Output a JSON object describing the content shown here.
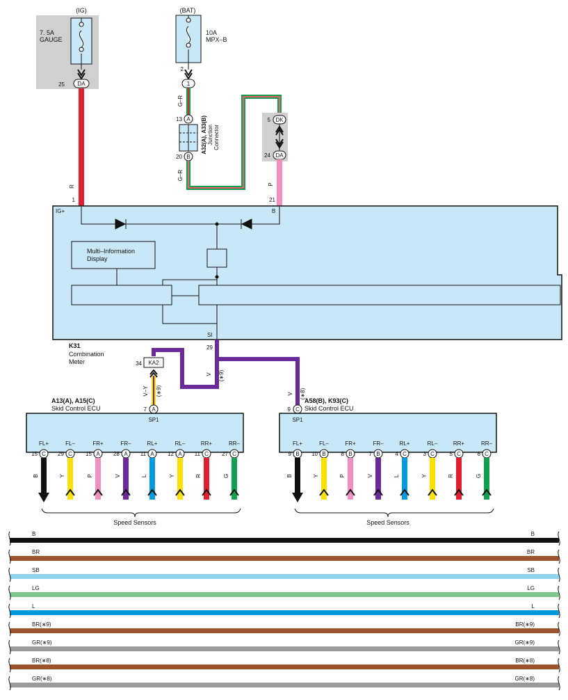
{
  "colors": {
    "B": "#111111",
    "BR": "#a0522d",
    "SB": "#8dd3ef",
    "LG": "#7fc68e",
    "L": "#0099dd",
    "GR": "#9a9a9a",
    "R": "#e02030",
    "P": "#f090c0",
    "Y": "#ffe000",
    "V": "#6a2a9a",
    "G": "#10a050",
    "panel": "#c9e8f7",
    "fusebox": "#d0d0d0"
  },
  "power": {
    "ig": {
      "source": "(IG)",
      "fuse_line1": "7. 5A",
      "fuse_line2": "GAUGE",
      "pin": "25",
      "connector": "DA"
    },
    "bat": {
      "source": "(BAT)",
      "fuse_line1": "10A",
      "fuse_line2": "MPX–B",
      "pin": "2",
      "connector": "1"
    }
  },
  "junction": {
    "title": "A32(A), A33(B)",
    "subtitle1": "Junction",
    "subtitle2": "Connector",
    "top_pin": "13",
    "top_conn": "A",
    "bottom_pin": "20",
    "bottom_conn": "B",
    "wire_top": "G–R",
    "wire_bottom": "G–R"
  },
  "dk": {
    "pin_top": "5",
    "conn_top": "DK",
    "pin_bottom": "24",
    "conn_bottom": "DA"
  },
  "meter": {
    "name": "K31",
    "desc1": "Combination",
    "desc2": "Meter",
    "pin_igplus": "1",
    "label_igplus": "IG+",
    "wire_igplus": "R",
    "pin_b": "21",
    "label_b": "B",
    "wire_b": "P",
    "mid": "Multi–Information Display",
    "mid_line1": "Multi–Information",
    "mid_line2": "Display",
    "pin_si": "29",
    "label_si": "SI"
  },
  "ka2": {
    "pin": "34",
    "label": "KA2",
    "wire": "V–Y",
    "note": "(∗9)"
  },
  "si_wire": {
    "label": "V",
    "note": "(∗9)"
  },
  "ecu_right_wire": {
    "label": "V",
    "note": "(∗8)"
  },
  "ecus": [
    {
      "title": "A13(A), A15(C)",
      "subtitle": "Skid Control ECU",
      "input_pin": "7",
      "input_conn": "A",
      "input_label": "SP1",
      "pins": [
        {
          "label": "FL+",
          "num": "15",
          "conn": "C",
          "wire": "B"
        },
        {
          "label": "FL–",
          "num": "29",
          "conn": "C",
          "wire": "Y"
        },
        {
          "label": "FR+",
          "num": "15",
          "conn": "A",
          "wire": "P"
        },
        {
          "label": "FR–",
          "num": "28",
          "conn": "A",
          "wire": "V"
        },
        {
          "label": "RL+",
          "num": "11",
          "conn": "A",
          "wire": "L"
        },
        {
          "label": "RL–",
          "num": "12",
          "conn": "A",
          "wire": "Y"
        },
        {
          "label": "RR+",
          "num": "11",
          "conn": "C",
          "wire": "R"
        },
        {
          "label": "RR–",
          "num": "27",
          "conn": "C",
          "wire": "G"
        }
      ],
      "footer": "Speed Sensors"
    },
    {
      "title": "A58(B), K93(C)",
      "subtitle": "Skid Control ECU",
      "input_pin": "9",
      "input_conn": "C",
      "input_label": "SP1",
      "pins": [
        {
          "label": "FL+",
          "num": "9",
          "conn": "B",
          "wire": "B"
        },
        {
          "label": "FL–",
          "num": "10",
          "conn": "B",
          "wire": "Y"
        },
        {
          "label": "FR+",
          "num": "8",
          "conn": "B",
          "wire": "P"
        },
        {
          "label": "FR–",
          "num": "7",
          "conn": "B",
          "wire": "V"
        },
        {
          "label": "RL+",
          "num": "4",
          "conn": "C",
          "wire": "L"
        },
        {
          "label": "RL–",
          "num": "3",
          "conn": "C",
          "wire": "Y"
        },
        {
          "label": "RR+",
          "num": "5",
          "conn": "C",
          "wire": "R"
        },
        {
          "label": "RR–",
          "num": "6",
          "conn": "C",
          "wire": "G"
        }
      ],
      "footer": "Speed Sensors"
    }
  ],
  "legend": [
    {
      "label": "B",
      "color": "#111111"
    },
    {
      "label": "BR",
      "color": "#a0522d"
    },
    {
      "label": "SB",
      "color": "#8dd3ef"
    },
    {
      "label": "LG",
      "color": "#7fc68e"
    },
    {
      "label": "L",
      "color": "#0099dd"
    },
    {
      "label": "BR(∗9)",
      "color": "#a0522d"
    },
    {
      "label": "GR(∗9)",
      "color": "#9a9a9a"
    },
    {
      "label": "BR(∗8)",
      "color": "#a0522d"
    },
    {
      "label": "GR(∗8)",
      "color": "#9a9a9a"
    }
  ]
}
